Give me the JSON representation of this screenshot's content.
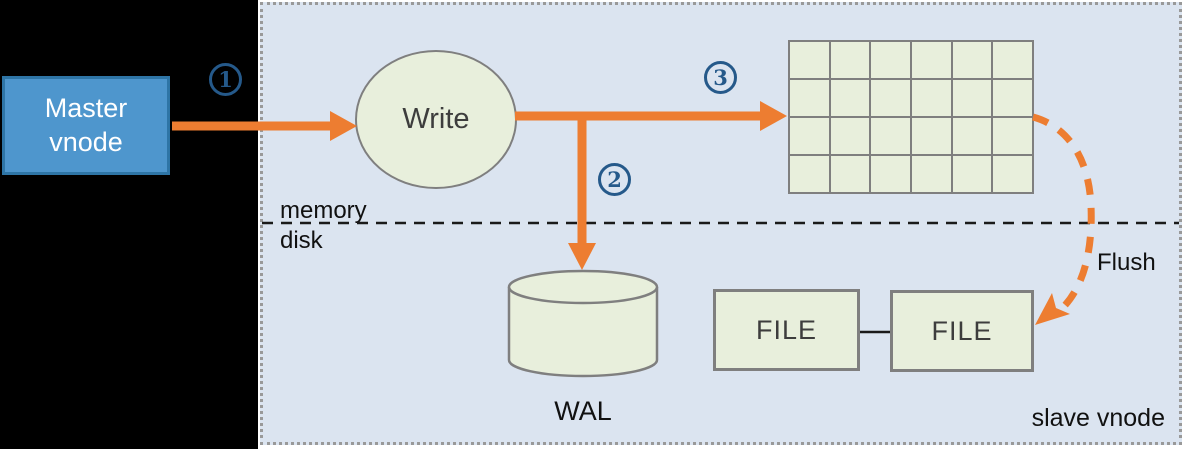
{
  "colors": {
    "orange": "#ED7D31",
    "panel_bg": "#dbe4f0",
    "panel_border": "#999999",
    "shape_green": "#e8efdc",
    "shape_border": "#7f7f7f",
    "master_blue": "#4e96cd",
    "master_border": "#2e75a6",
    "step_blue": "#25598a",
    "text_dark": "#3d3d3d",
    "line_black": "#1a1a1a"
  },
  "diagram": {
    "master_vnode": {
      "line1": "Master",
      "line2": "vnode"
    },
    "steps": {
      "one": "1",
      "two": "2",
      "three": "3"
    },
    "write": {
      "label": "Write"
    },
    "divider": {
      "above": "memory",
      "below": "disk"
    },
    "mem_table": {
      "rows": 4,
      "columns": 6
    },
    "wal": {
      "label": "WAL"
    },
    "files": {
      "file1": "FILE",
      "file2": "FILE"
    },
    "flush": {
      "label": "Flush"
    },
    "panel": {
      "label": "slave vnode"
    }
  }
}
